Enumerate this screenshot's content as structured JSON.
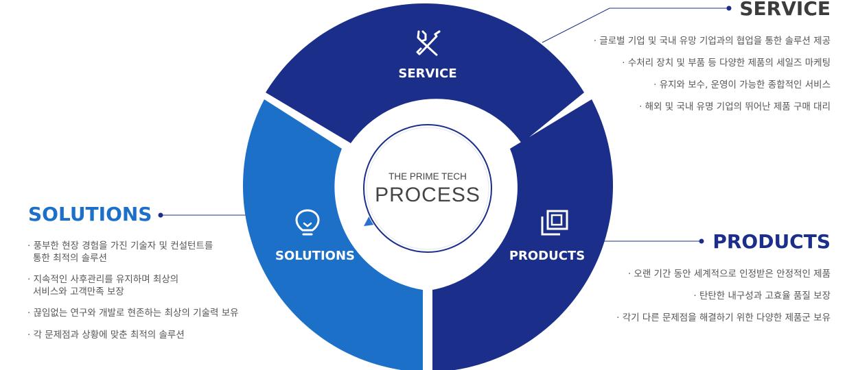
{
  "diagram": {
    "center": {
      "subtitle": "THE PRIME TECH",
      "title": "PROCESS"
    },
    "segments": [
      {
        "id": "service",
        "label": "SERVICE",
        "icon": "wrench-screwdriver-icon",
        "color": "#1b2f8a"
      },
      {
        "id": "products",
        "label": "PRODUCTS",
        "icon": "layered-squares-icon",
        "color": "#1b2f8a"
      },
      {
        "id": "solutions",
        "label": "SOLUTIONS",
        "icon": "lightbulb-icon",
        "color": "#1d70c8"
      }
    ]
  },
  "panels": {
    "service": {
      "heading": "SERVICE",
      "items": [
        "· 글로벌 기업 및 국내 유망 기업과의 협업을 통한 솔루션 제공",
        "· 수처리 장치 및 부품 등 다양한 제품의 세일즈 마케팅",
        "· 유지와 보수, 운영이 가능한 종합적인 서비스",
        "· 해외 및 국내 유명 기업의 뛰어난 제품 구매 대리"
      ]
    },
    "products": {
      "heading": "PRODUCTS",
      "items": [
        "· 오랜 기간 동안 세계적으로 인정받은 안정적인 제품",
        "· 탄탄한 내구성과 고효율 품질 보장",
        "· 각기 다른 문제점을 해결하기 위한 다양한 제품군 보유"
      ]
    },
    "solutions": {
      "heading": "SOLUTIONS",
      "items": [
        {
          "line1": "· 풍부한 현장 경험을 가진 기술자 및 컨설턴트를",
          "line2": "통한 최적의 솔루션"
        },
        {
          "line1": "· 지속적인 사후관리를 유지하며 최상의",
          "line2": "서비스와 고객만족 보장"
        },
        {
          "line1": "· 끊임없는 연구와 개발로 현존하는 최상의 기술력 보유",
          "line2": ""
        },
        {
          "line1": "· 각 문제점과 상황에 맞춘 최적의 솔루션",
          "line2": ""
        }
      ]
    }
  },
  "colors": {
    "navy": "#1b2f8a",
    "blue": "#1d70c8",
    "connector": "#1b2f8a",
    "text": "#555555"
  }
}
